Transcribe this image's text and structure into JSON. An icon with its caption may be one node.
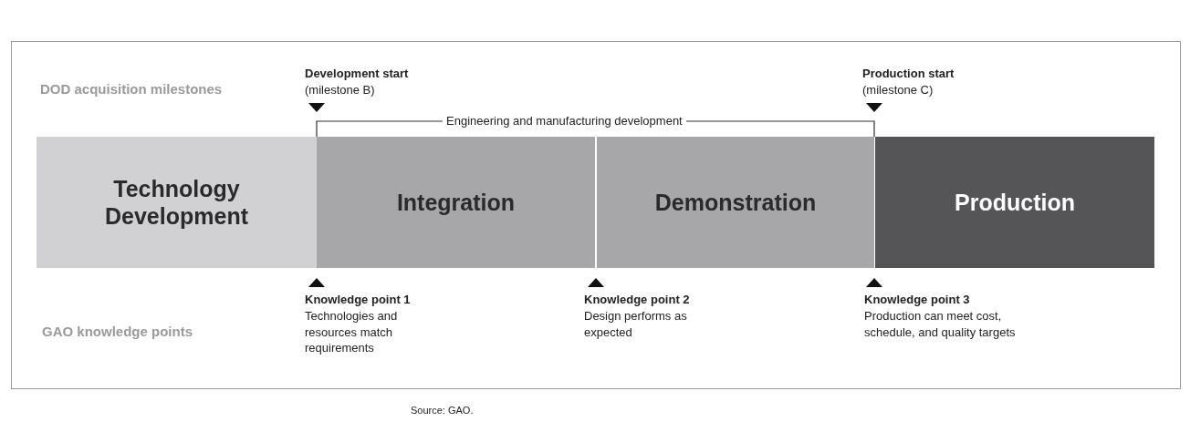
{
  "diagram": {
    "nodes": [
      {
        "text": [
          "Technology Development"
        ]
      },
      {
        "text": [
          "Integration"
        ]
      },
      {
        "text": [
          "Demonstration"
        ]
      },
      {
        "text": [
          "Production"
        ]
      }
    ],
    "labels": [
      "DOD acquisition milestones",
      "Development start",
      "(milestone B)",
      "Production start",
      "(milestone C)",
      "Engineering and manufacturing development",
      "Knowledge point 1",
      "Technologies and resources match requirements",
      "Knowledge point 2",
      "Design performs as expected",
      "Knowledge point 3",
      "Production can meet cost, schedule, and quality targets",
      "GAO knowledge points",
      "Source: GAO."
    ]
  }
}
